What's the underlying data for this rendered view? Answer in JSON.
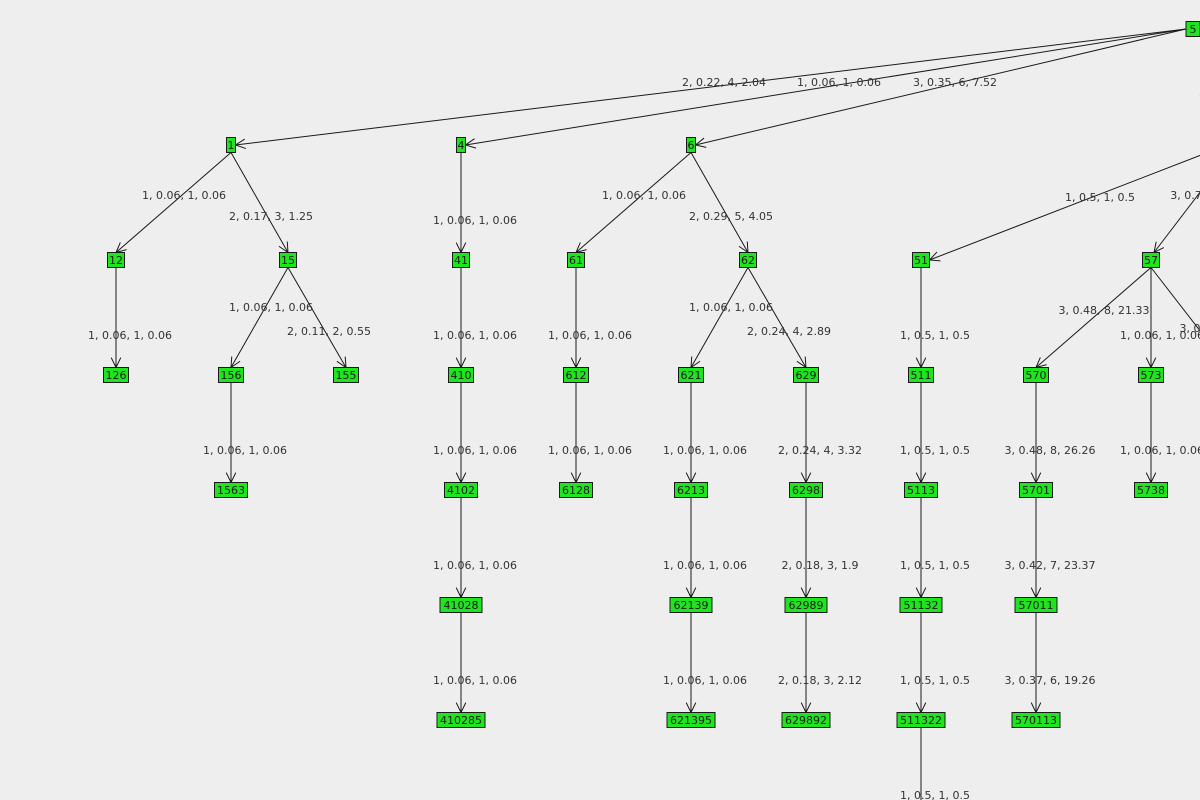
{
  "colors": {
    "background": "#eeeeee",
    "node_fill": "#1fe51f",
    "stroke": "#1a1a1a",
    "label": "#333333"
  },
  "nodes": [
    {
      "id": "root",
      "label": "5"
    },
    {
      "id": "right_partial",
      "label": ""
    },
    {
      "id": "1",
      "label": "1"
    },
    {
      "id": "4",
      "label": "4"
    },
    {
      "id": "6",
      "label": "6"
    },
    {
      "id": "12",
      "label": "12"
    },
    {
      "id": "15",
      "label": "15"
    },
    {
      "id": "41",
      "label": "41"
    },
    {
      "id": "61",
      "label": "61"
    },
    {
      "id": "62",
      "label": "62"
    },
    {
      "id": "51",
      "label": "51"
    },
    {
      "id": "57",
      "label": "57"
    },
    {
      "id": "126",
      "label": "126"
    },
    {
      "id": "156",
      "label": "156"
    },
    {
      "id": "155",
      "label": "155"
    },
    {
      "id": "410",
      "label": "410"
    },
    {
      "id": "612",
      "label": "612"
    },
    {
      "id": "621",
      "label": "621"
    },
    {
      "id": "629",
      "label": "629"
    },
    {
      "id": "511",
      "label": "511"
    },
    {
      "id": "570",
      "label": "570"
    },
    {
      "id": "573",
      "label": "573"
    },
    {
      "id": "1563",
      "label": "1563"
    },
    {
      "id": "4102",
      "label": "4102"
    },
    {
      "id": "6128",
      "label": "6128"
    },
    {
      "id": "6213",
      "label": "6213"
    },
    {
      "id": "6298",
      "label": "6298"
    },
    {
      "id": "5113",
      "label": "5113"
    },
    {
      "id": "5701",
      "label": "5701"
    },
    {
      "id": "5738",
      "label": "5738"
    },
    {
      "id": "41028",
      "label": "41028"
    },
    {
      "id": "62139",
      "label": "62139"
    },
    {
      "id": "62989",
      "label": "62989"
    },
    {
      "id": "51132",
      "label": "51132"
    },
    {
      "id": "57011",
      "label": "57011"
    },
    {
      "id": "410285",
      "label": "410285"
    },
    {
      "id": "621395",
      "label": "621395"
    },
    {
      "id": "629892",
      "label": "629892"
    },
    {
      "id": "511322",
      "label": "511322"
    },
    {
      "id": "570113",
      "label": "570113"
    }
  ],
  "edges": [
    {
      "from": "root",
      "to": "1",
      "label": "2, 0.22, 4, 2.04"
    },
    {
      "from": "root",
      "to": "4",
      "label": "1, 0.06, 1, 0.06"
    },
    {
      "from": "root",
      "to": "6",
      "label": "3, 0.35, 6, 7.52"
    },
    {
      "from": "root",
      "to": "right_partial",
      "label": ""
    },
    {
      "from": "offscreen_right",
      "to": "51",
      "label": "1, 0.5, 1, 0.5"
    },
    {
      "from": "offscreen_right",
      "to": "57",
      "label": "3, 0.7"
    },
    {
      "from": "1",
      "to": "12",
      "label": "1, 0.06, 1, 0.06"
    },
    {
      "from": "1",
      "to": "15",
      "label": "2, 0.17, 3, 1.25"
    },
    {
      "from": "4",
      "to": "41",
      "label": "1, 0.06, 1, 0.06"
    },
    {
      "from": "6",
      "to": "61",
      "label": "1, 0.06, 1, 0.06"
    },
    {
      "from": "6",
      "to": "62",
      "label": "2, 0.29, 5, 4.05"
    },
    {
      "from": "12",
      "to": "126",
      "label": "1, 0.06, 1, 0.06"
    },
    {
      "from": "15",
      "to": "156",
      "label": "1, 0.06, 1, 0.06"
    },
    {
      "from": "15",
      "to": "155",
      "label": "2, 0.11, 2, 0.55"
    },
    {
      "from": "41",
      "to": "410",
      "label": "1, 0.06, 1, 0.06"
    },
    {
      "from": "61",
      "to": "612",
      "label": "1, 0.06, 1, 0.06"
    },
    {
      "from": "62",
      "to": "621",
      "label": "1, 0.06, 1, 0.06"
    },
    {
      "from": "62",
      "to": "629",
      "label": "2, 0.24, 4, 2.89"
    },
    {
      "from": "51",
      "to": "511",
      "label": "1, 0.5, 1, 0.5"
    },
    {
      "from": "57",
      "to": "570",
      "label": "3, 0.48, 8, 21.33"
    },
    {
      "from": "57",
      "to": "573",
      "label": "1, 0.06, 1, 0.06"
    },
    {
      "from": "57",
      "to": "offscreen_right2",
      "label": "3, 0"
    },
    {
      "from": "156",
      "to": "1563",
      "label": "1, 0.06, 1, 0.06"
    },
    {
      "from": "410",
      "to": "4102",
      "label": "1, 0.06, 1, 0.06"
    },
    {
      "from": "612",
      "to": "6128",
      "label": "1, 0.06, 1, 0.06"
    },
    {
      "from": "621",
      "to": "6213",
      "label": "1, 0.06, 1, 0.06"
    },
    {
      "from": "629",
      "to": "6298",
      "label": "2, 0.24, 4, 3.32"
    },
    {
      "from": "511",
      "to": "5113",
      "label": "1, 0.5, 1, 0.5"
    },
    {
      "from": "570",
      "to": "5701",
      "label": "3, 0.48, 8, 26.26"
    },
    {
      "from": "573",
      "to": "5738",
      "label": "1, 0.06, 1, 0.06"
    },
    {
      "from": "4102",
      "to": "41028",
      "label": "1, 0.06, 1, 0.06"
    },
    {
      "from": "6213",
      "to": "62139",
      "label": "1, 0.06, 1, 0.06"
    },
    {
      "from": "6298",
      "to": "62989",
      "label": "2, 0.18, 3, 1.9"
    },
    {
      "from": "5113",
      "to": "51132",
      "label": "1, 0.5, 1, 0.5"
    },
    {
      "from": "5701",
      "to": "57011",
      "label": "3, 0.42, 7, 23.37"
    },
    {
      "from": "41028",
      "to": "410285",
      "label": "1, 0.06, 1, 0.06"
    },
    {
      "from": "62139",
      "to": "621395",
      "label": "1, 0.06, 1, 0.06"
    },
    {
      "from": "62989",
      "to": "629892",
      "label": "2, 0.18, 3, 2.12"
    },
    {
      "from": "51132",
      "to": "511322",
      "label": "1, 0.5, 1, 0.5"
    },
    {
      "from": "57011",
      "to": "570113",
      "label": "3, 0.37, 6, 19.26"
    },
    {
      "from": "511322",
      "to": "offscreen_bottom",
      "label": "1, 0.5, 1, 0.5"
    }
  ]
}
